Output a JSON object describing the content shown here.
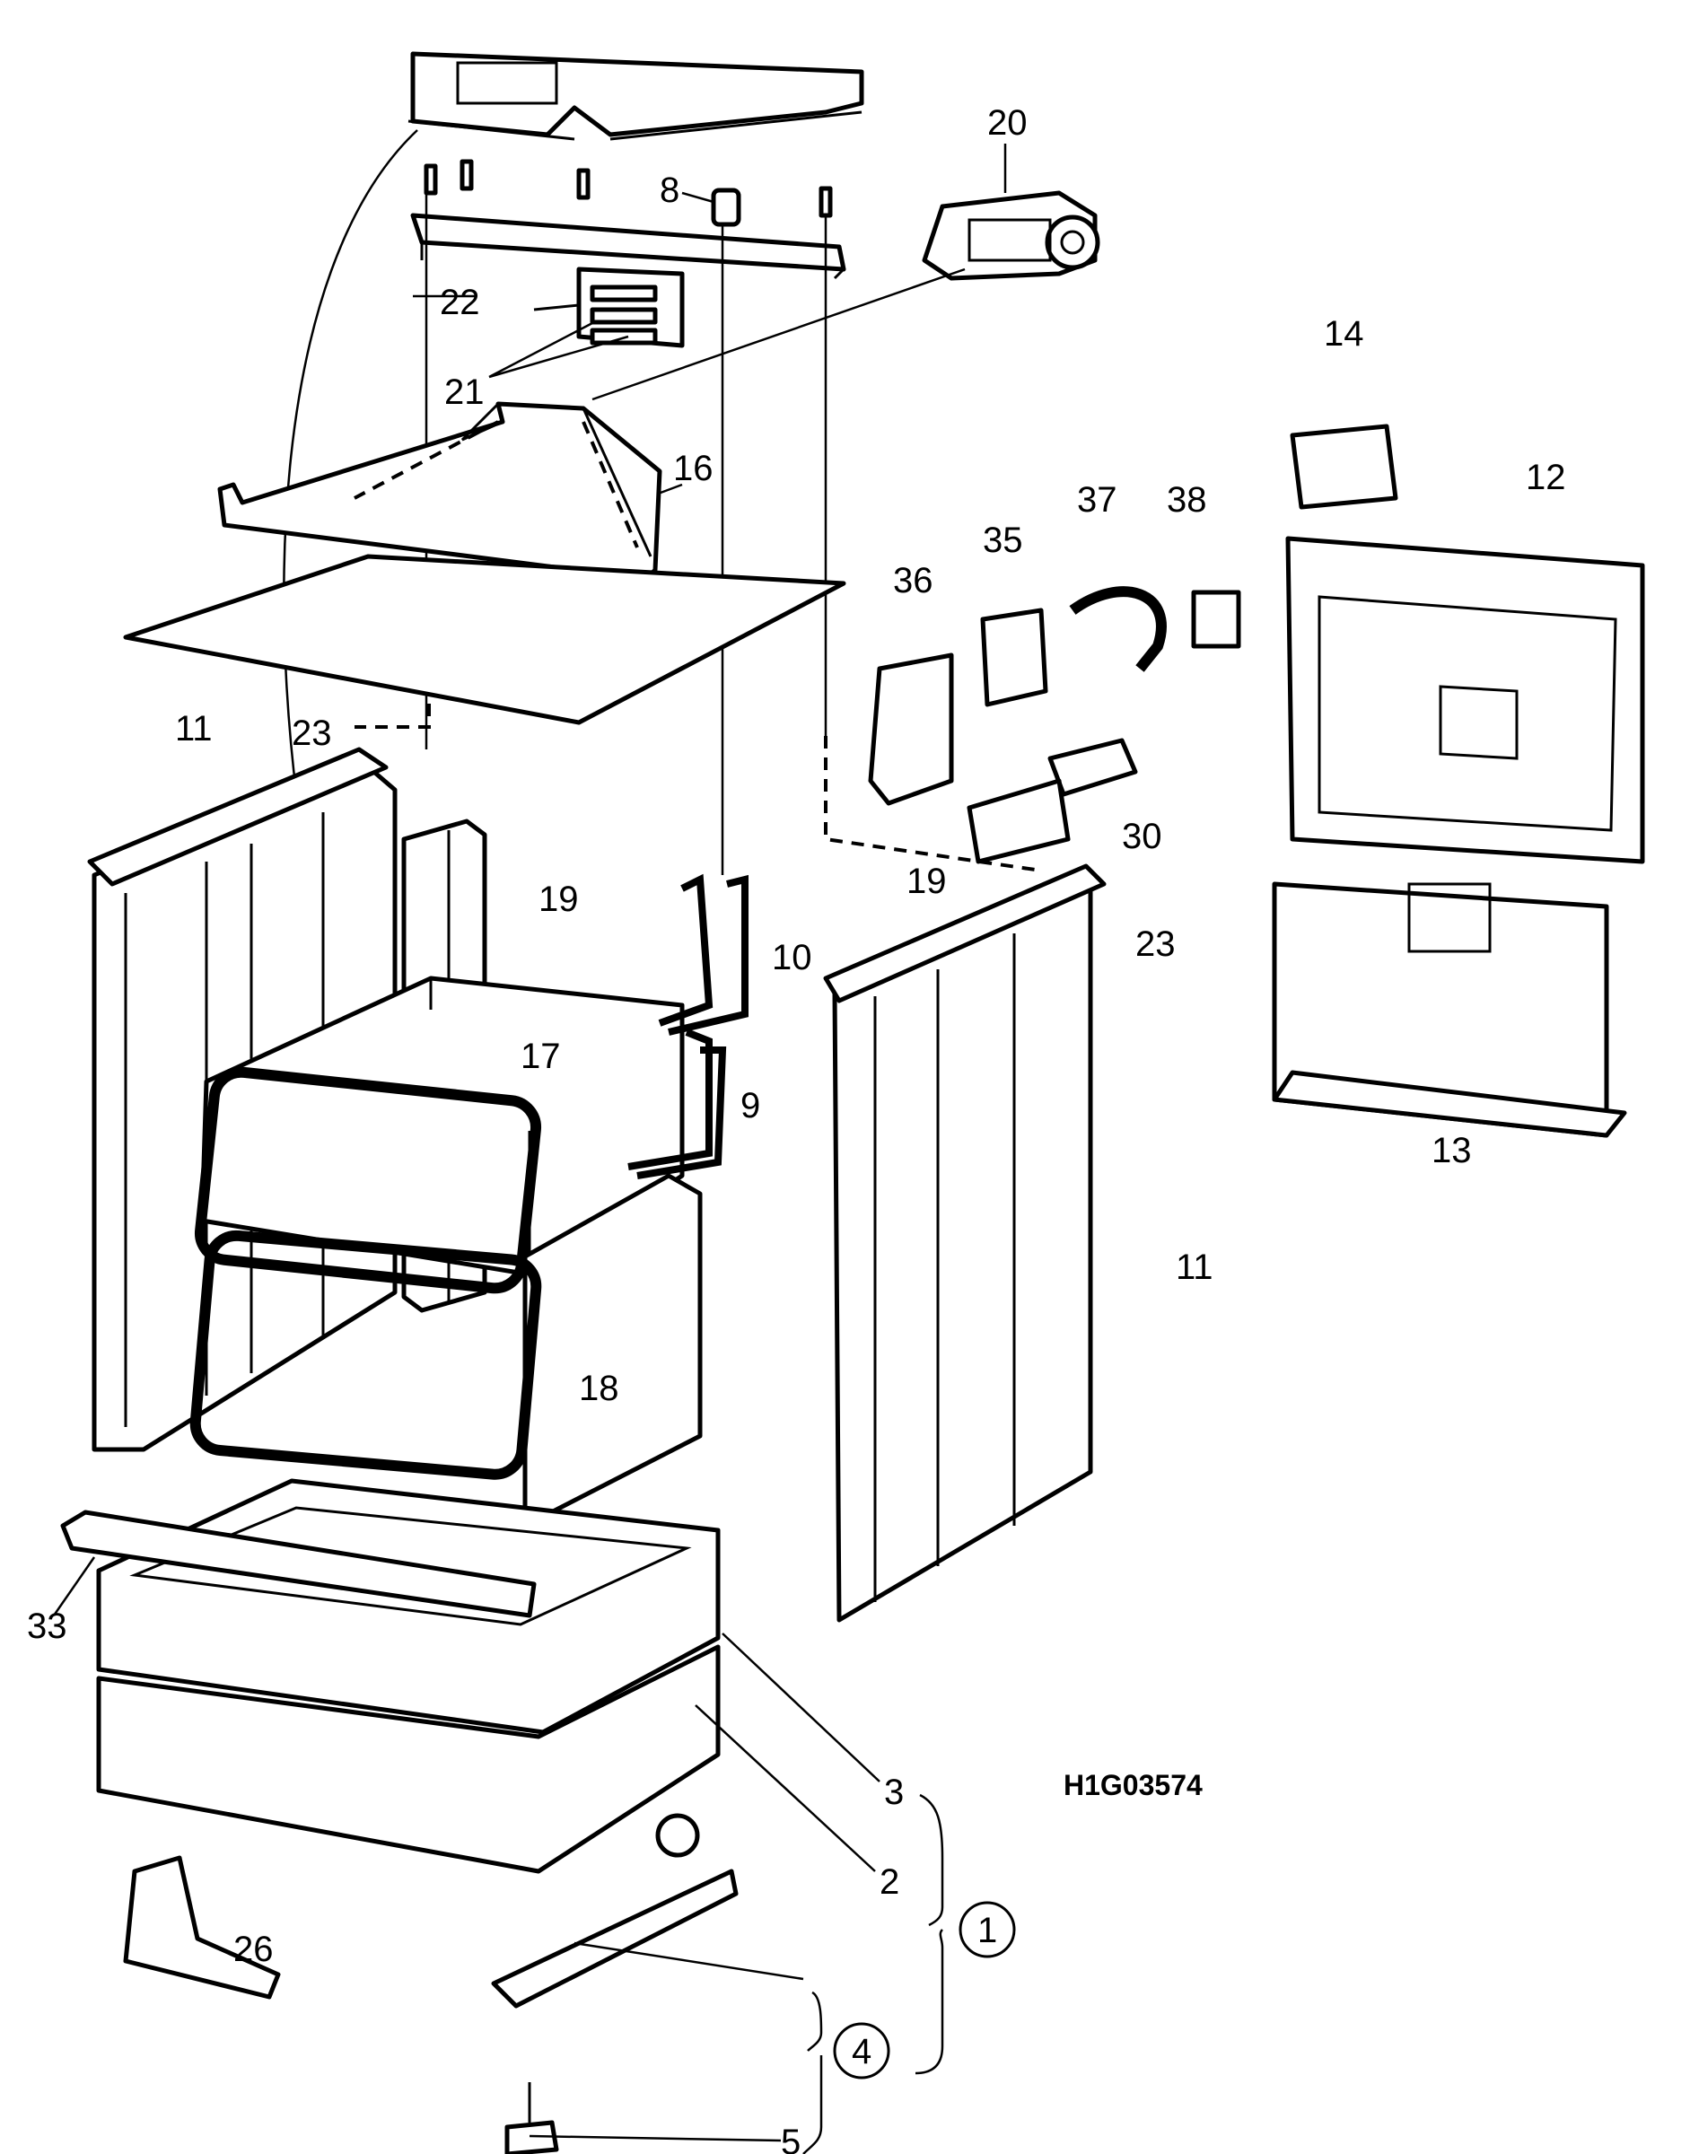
{
  "drawing_id": "H1G03574",
  "callouts": {
    "c20": "20",
    "c8": "8",
    "c22": "22",
    "c21": "21",
    "c16": "16",
    "c14": "14",
    "c12": "12",
    "c37": "37",
    "c38": "38",
    "c35": "35",
    "c36": "36",
    "c30": "30",
    "c11a": "11",
    "c23a": "23",
    "c19a": "19",
    "c10": "10",
    "c19b": "19",
    "c23b": "23",
    "c17": "17",
    "c9": "9",
    "c13": "13",
    "c11b": "11",
    "c18": "18",
    "c33": "33",
    "c3": "3",
    "c2": "2",
    "c1": "1",
    "c26": "26",
    "c4": "4",
    "c5": "5"
  }
}
